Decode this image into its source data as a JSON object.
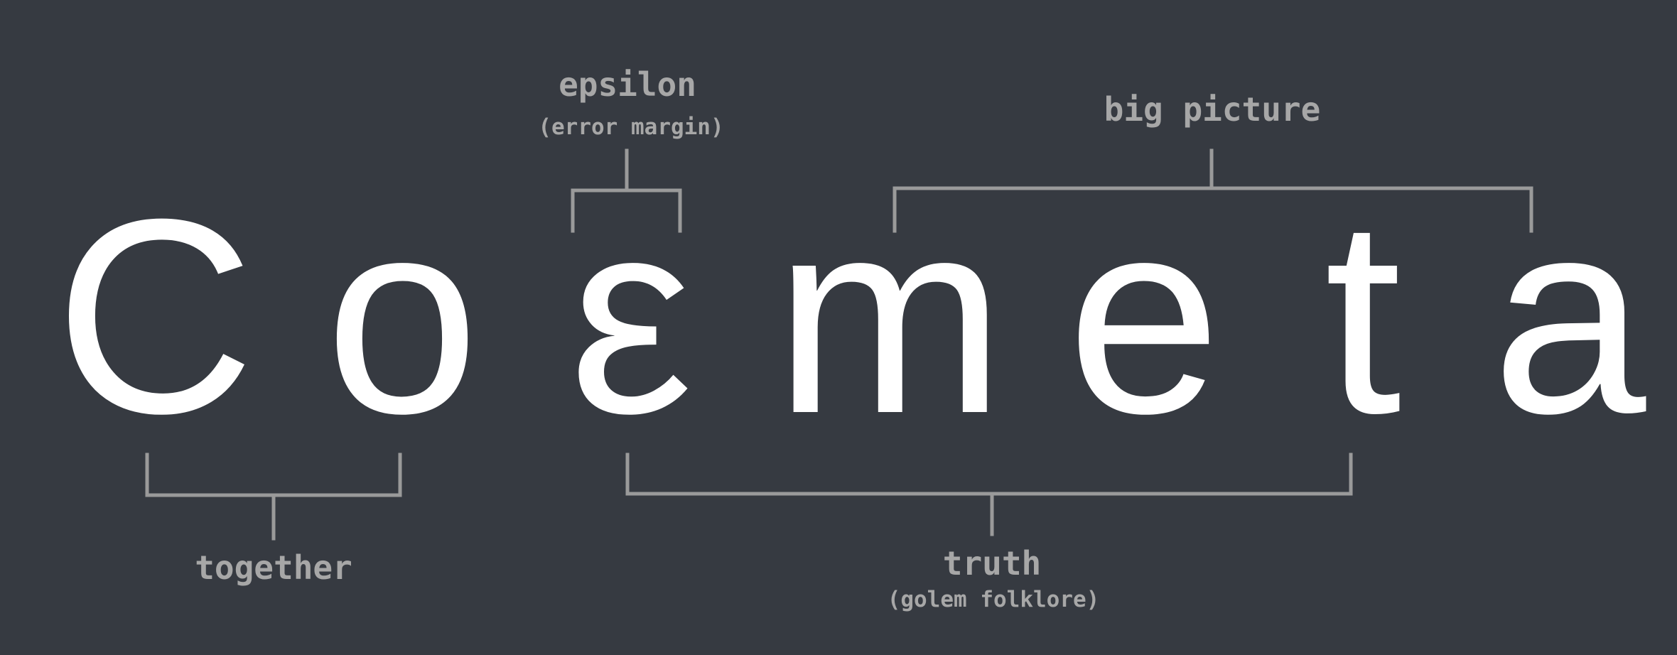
{
  "word": {
    "letters": [
      "C",
      "o",
      "ε",
      "m",
      "e",
      "t",
      "a"
    ]
  },
  "annotations": {
    "epsilon": {
      "label": "epsilon",
      "sublabel": "(error margin)"
    },
    "big_picture": {
      "label": "big picture"
    },
    "together": {
      "label": "together"
    },
    "truth": {
      "label": "truth",
      "sublabel": "(golem folklore)"
    }
  },
  "colors": {
    "background": "#363a41",
    "letters": "#ffffff",
    "annotations": "#a7a7a7"
  }
}
